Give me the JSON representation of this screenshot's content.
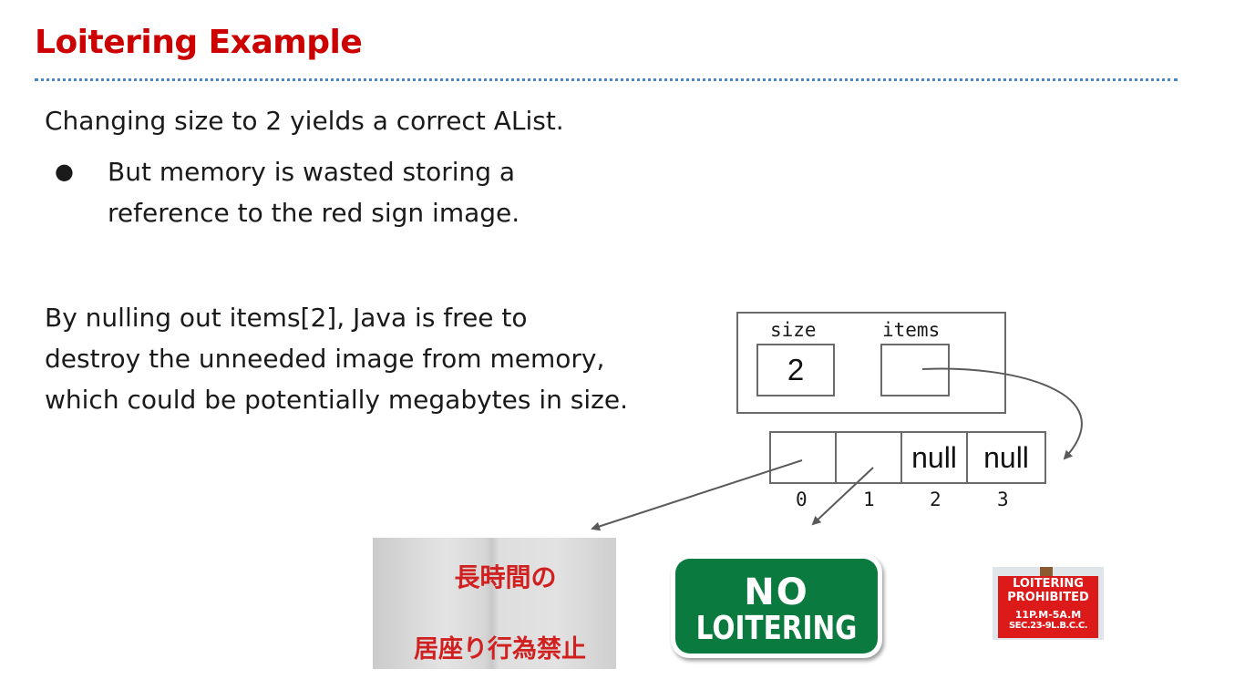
{
  "slide": {
    "title": "Loitering Example",
    "intro": "Changing size to 2 yields a correct AList.",
    "bullet_symbol": "●",
    "bullet": "But memory is wasted storing a reference to the red sign image.",
    "paragraph": "By nulling out items[2], Java is free to destroy the unneeded image from memory, which could be potentially megabytes in size."
  },
  "diagram": {
    "size_label": "size",
    "items_label": "items",
    "size_value": "2",
    "cells": [
      "",
      "",
      "null",
      "null"
    ],
    "indices": [
      "0",
      "1",
      "2",
      "3"
    ]
  },
  "images": {
    "japanese_sign": {
      "line1": "長時間の",
      "line2": "居座り行為禁止"
    },
    "no_loitering_sign": {
      "line1": "NO",
      "line2": "LOITERING"
    },
    "loitering_prohibited_sign": {
      "line1": "LOITERING",
      "line2": "PROHIBITED",
      "line3": "11P.M-5A.M",
      "line4": "SEC.23-9L.B.C.C."
    }
  },
  "colors": {
    "title": "#cc0000",
    "rule": "#4a86c8",
    "diagram_stroke": "#6a6a6a",
    "green_sign": "#0b7a3e",
    "red_sign": "#dd1a1a"
  }
}
